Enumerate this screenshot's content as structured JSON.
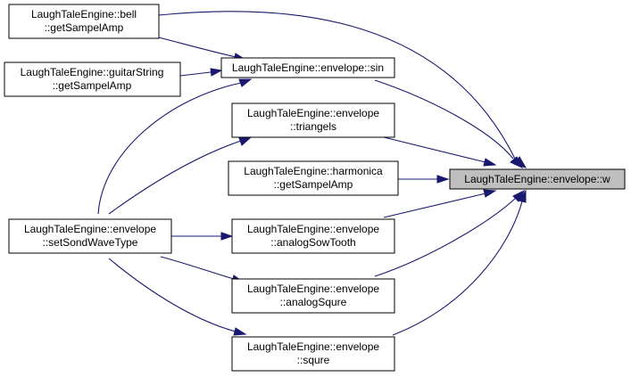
{
  "diagram": {
    "target": {
      "line1": "LaughTaleEngine::envelope::w",
      "line2": ""
    },
    "nodes": {
      "bell": {
        "line1": "LaughTaleEngine::bell",
        "line2": "::getSampelAmp"
      },
      "guitar": {
        "line1": "LaughTaleEngine::guitarString",
        "line2": "::getSampelAmp"
      },
      "setSond": {
        "line1": "LaughTaleEngine::envelope",
        "line2": "::setSondWaveType"
      },
      "sin": {
        "line1": "LaughTaleEngine::envelope::sin",
        "line2": ""
      },
      "triangels": {
        "line1": "LaughTaleEngine::envelope",
        "line2": "::triangels"
      },
      "harmonica": {
        "line1": "LaughTaleEngine::harmonica",
        "line2": "::getSampelAmp"
      },
      "analogSowTooth": {
        "line1": "LaughTaleEngine::envelope",
        "line2": "::analogSowTooth"
      },
      "analogSqure": {
        "line1": "LaughTaleEngine::envelope",
        "line2": "::analogSqure"
      },
      "squre": {
        "line1": "LaughTaleEngine::envelope",
        "line2": "::squre"
      }
    },
    "colors": {
      "edge": "#191970",
      "selected_fill": "#bfbfbf",
      "box_border": "#000000"
    }
  }
}
